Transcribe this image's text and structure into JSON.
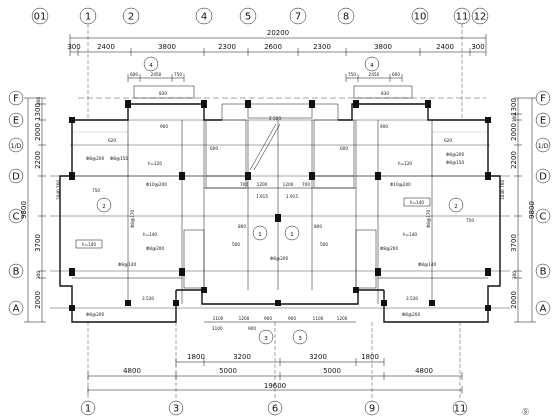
{
  "axes_top": [
    "01",
    "1",
    "2",
    "4",
    "5",
    "7",
    "8",
    "10",
    "11",
    "12"
  ],
  "axes_bottom": [
    "1",
    "3",
    "6",
    "9",
    "11"
  ],
  "axes_left": [
    "F",
    "E",
    "1/D",
    "D",
    "C",
    "B",
    "A"
  ],
  "axes_right": [
    "F",
    "E",
    "1/D",
    "D",
    "C",
    "B",
    "A"
  ],
  "dims_top_total": "20200",
  "dims_top_segments": [
    "300",
    "2400",
    "3800",
    "2300",
    "2600",
    "2300",
    "3800",
    "2400",
    "300"
  ],
  "dims_bottom_row1": [
    "1800",
    "3200",
    "3200",
    "1800"
  ],
  "dims_bottom_row2": [
    "4800",
    "5000",
    "5000",
    "4800"
  ],
  "dims_bottom_total": "19600",
  "dims_left_total": "9800",
  "dims_left_segments": [
    "300",
    "1300",
    "2000",
    "2200",
    "3700",
    "300",
    "2000"
  ],
  "dims_right_total": "9800",
  "dims_right_segments": [
    "1300",
    "300",
    "2000",
    "2200",
    "3700",
    "300",
    "2000"
  ],
  "bay_markers": [
    "4",
    "4",
    "2",
    "2",
    "1",
    "1",
    "3",
    "3"
  ],
  "balcony_dims": [
    "600",
    "2450",
    "750",
    "750",
    "2450",
    "600",
    "830",
    "830"
  ],
  "stair_dims": [
    "700",
    "1200",
    "1200",
    "700",
    "1.915",
    "1.915",
    "2.500"
  ],
  "mid_dims": [
    "1100",
    "1200",
    "900",
    "900",
    "1100",
    "1200",
    "3.530",
    "3.530"
  ],
  "inner_labels": [
    "800",
    "900",
    "900",
    "800",
    "500",
    "500",
    "600",
    "600",
    "620",
    "620",
    "1100",
    "900",
    "750",
    "750",
    "1040",
    "1040",
    "760",
    "760"
  ],
  "slab_labels": [
    "h=140",
    "h=140",
    "h=140",
    "h=140",
    "h=120",
    "h=120"
  ],
  "rebar_labels": [
    "Φ8@200",
    "Φ8@150",
    "Φ8@200",
    "Φ8@150",
    "Φ10@200",
    "Φ8@140",
    "Φ8@170",
    "Φ8@200",
    "Φ8@200",
    "Φ10@200",
    "Φ8@140",
    "Φ8@170",
    "Φ8@200",
    "Φ8@200",
    "Φ8@200"
  ],
  "corner_label": "Ⓢ"
}
